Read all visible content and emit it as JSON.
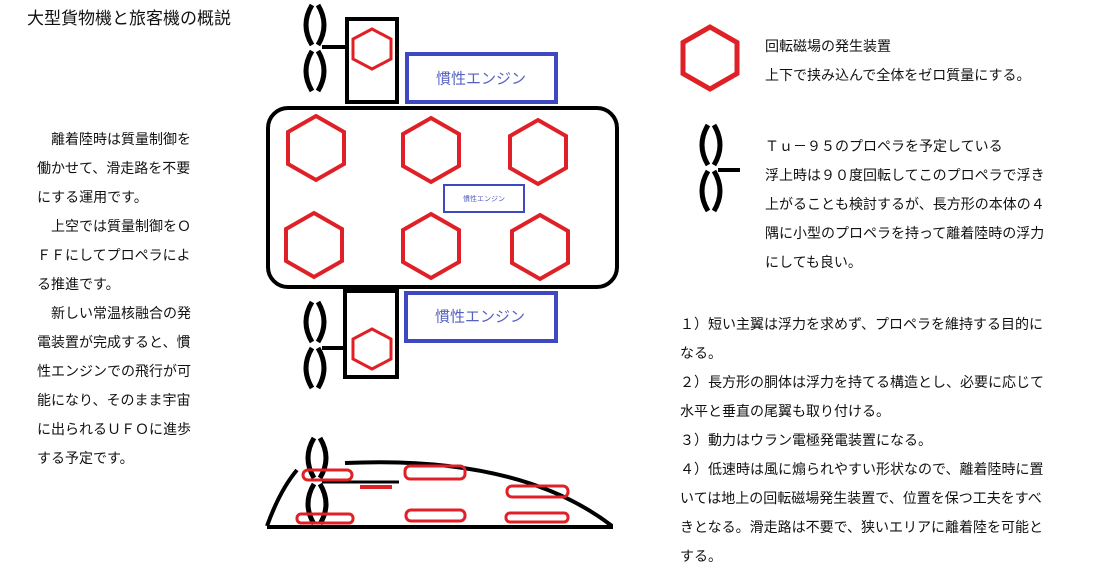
{
  "title": "大型貨物機と旅客機の概説",
  "left_text": [
    "　離着陸時は質量制御を",
    "働かせて、滑走路を不要",
    "にする運用です。",
    "　上空では質量制御をＯ",
    "ＦＦにしてプロペラによ",
    "る推進です。",
    "　新しい常温核融合の発",
    "電装置が完成すると、慣",
    "性エンジンでの飛行が可",
    "能になり、そのまま宇宙",
    "に出られるＵＦＯに進歩",
    "する予定です。"
  ],
  "diagram": {
    "engine_label": "慣性エンジン",
    "engine_label_small": "慣性エンジン"
  },
  "legend": {
    "hexagon": [
      "回転磁場の発生装置",
      "上下で挟み込んで全体をゼロ質量にする。"
    ],
    "propeller": [
      "Ｔｕ－９５のプロペラを予定している",
      "浮上時は９０度回転してこのプロペラで浮き",
      "上がることも検討するが、長方形の本体の４",
      "隅に小型のプロペラを持って離着陸時の浮力",
      "にしても良い。"
    ]
  },
  "notes": [
    "１）短い主翼は浮力を求めず、プロペラを維持する目的に",
    "なる。",
    "２）長方形の胴体は浮力を持てる構造とし、必要に応じて",
    "水平と垂直の尾翼も取り付ける。",
    "３）動力はウラン電極発電装置になる。",
    "４）低速時は風に煽られやすい形状なので、離着陸時に置",
    "いては地上の回転磁場発生装置で、位置を保つ工夫をすべ",
    "きとなる。滑走路は不要で、狭いエリアに離着陸を可能と",
    "する。"
  ],
  "colors": {
    "red": "#e02027",
    "blue": "#3e48c0",
    "black": "#000000"
  }
}
